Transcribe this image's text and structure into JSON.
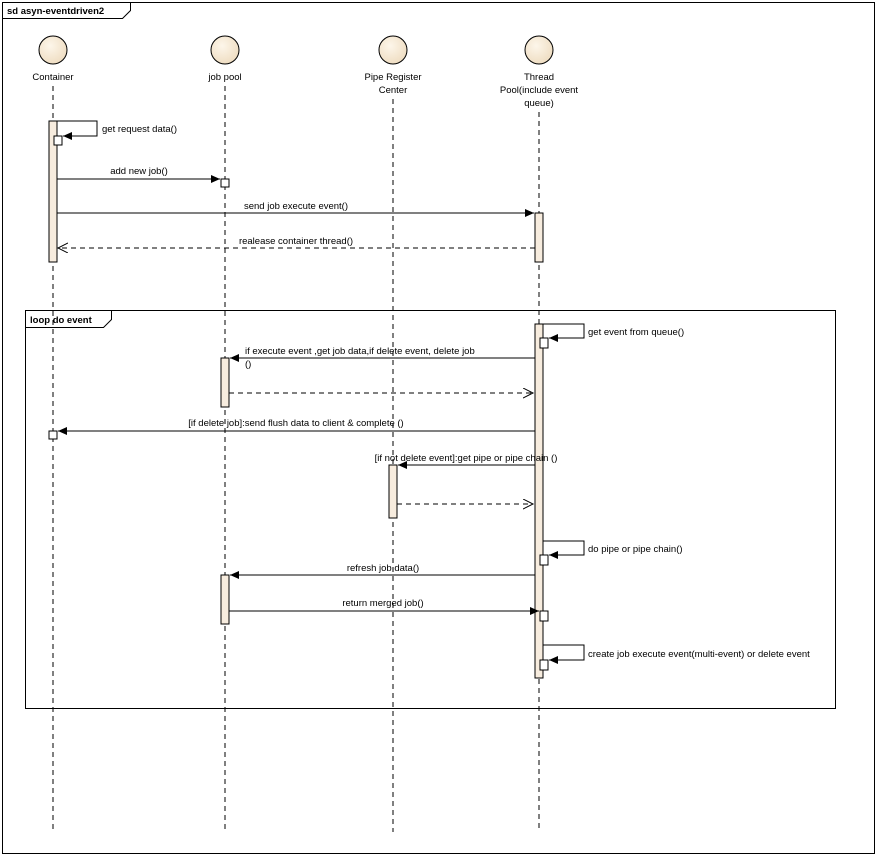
{
  "frame": {
    "title": "sd asyn-eventdriven2"
  },
  "lifelines": [
    {
      "id": "container",
      "lines": [
        "Container"
      ]
    },
    {
      "id": "job-pool",
      "lines": [
        "job pool"
      ]
    },
    {
      "id": "pipe-register-center",
      "lines": [
        "Pipe Register",
        "Center"
      ]
    },
    {
      "id": "thread-pool",
      "lines": [
        "Thread",
        "Pool(include event",
        "queue)"
      ]
    }
  ],
  "loop": {
    "label": "loop do event"
  },
  "messages": [
    {
      "id": "get-request-data",
      "lines": [
        "get request data()"
      ]
    },
    {
      "id": "add-new-job",
      "lines": [
        "add new job()"
      ]
    },
    {
      "id": "send-job-execute-event",
      "lines": [
        "send job execute event()"
      ]
    },
    {
      "id": "realease-container-thread",
      "lines": [
        "realease container thread()"
      ]
    },
    {
      "id": "get-event-from-queue",
      "lines": [
        "get event from queue()"
      ]
    },
    {
      "id": "get-job-data",
      "lines": [
        "if execute event ,get job data,if delete event, delete job",
        "()"
      ]
    },
    {
      "id": "send-flush-data",
      "lines": [
        "[if delete job]:send flush data to client & complete ()"
      ]
    },
    {
      "id": "get-pipe-chain",
      "lines": [
        "[if not delete event]:get pipe or pipe chain ()"
      ]
    },
    {
      "id": "do-pipe-chain",
      "lines": [
        "do pipe or pipe chain()"
      ]
    },
    {
      "id": "refresh-job-data",
      "lines": [
        "refresh job data()"
      ]
    },
    {
      "id": "return-merged-job",
      "lines": [
        "return merged job()"
      ]
    },
    {
      "id": "create-job-execute-event",
      "lines": [
        "create job execute event(multi-event) or delete event"
      ]
    }
  ],
  "colors": {
    "head_fill": "#f4e8d2",
    "activation_fill": "#f7ecde",
    "line": "#000000"
  }
}
